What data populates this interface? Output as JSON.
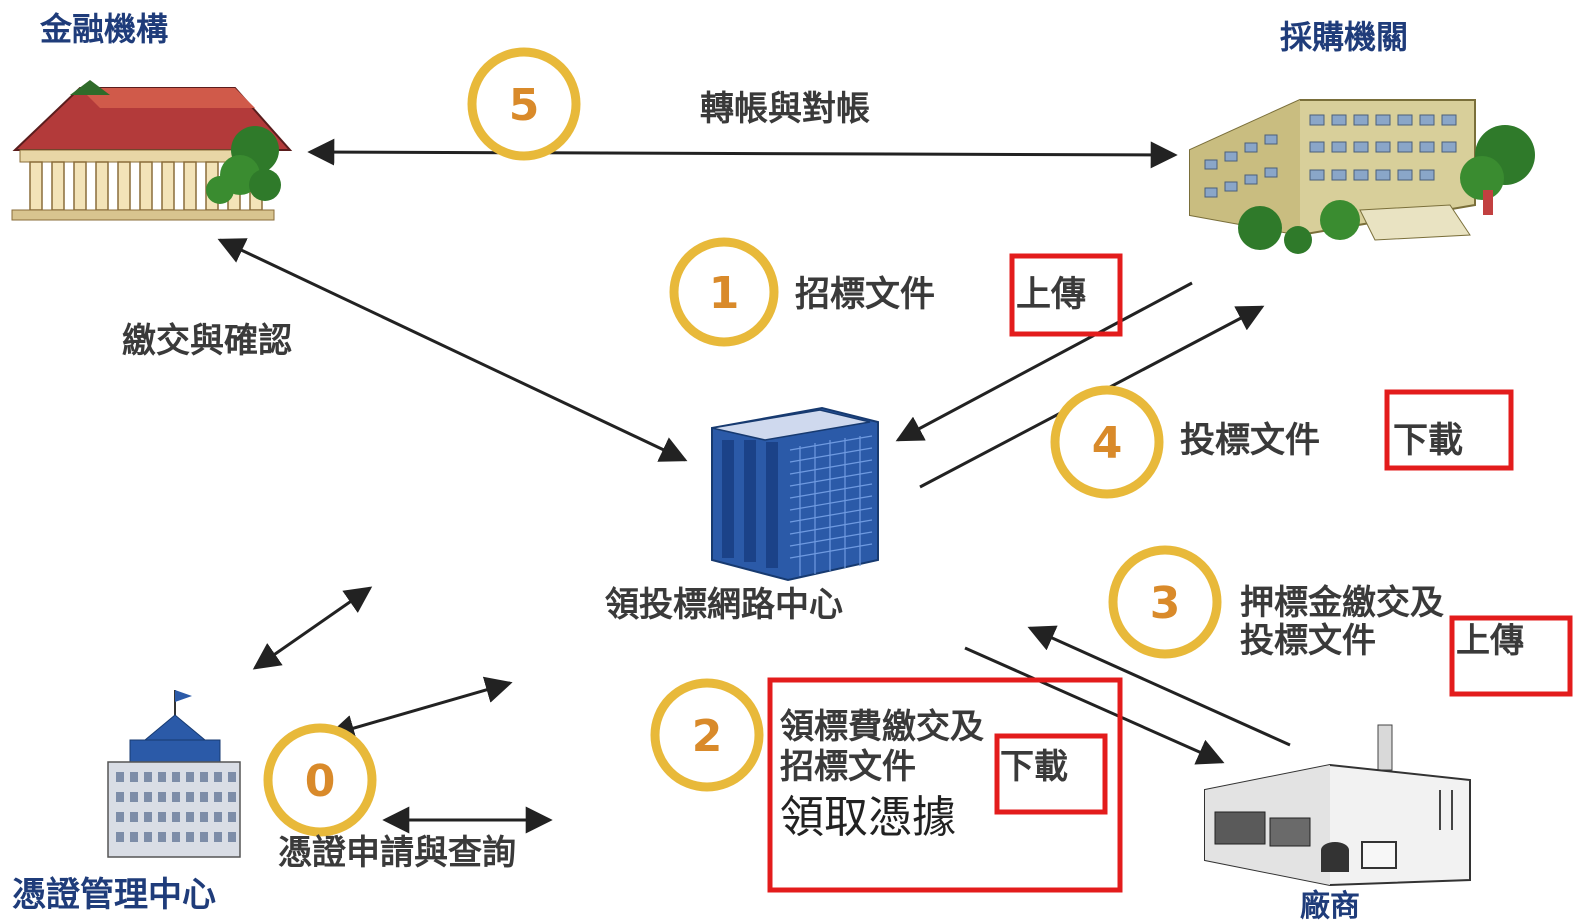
{
  "nodes": {
    "bank": "金融機構",
    "procurement": "採購機關",
    "center": "領投標網路中心",
    "cert_center": "憑證管理中心",
    "vendor": "廠商"
  },
  "flows": {
    "f5": {
      "num": "5",
      "label": "轉帳與對帳"
    },
    "pay_confirm": {
      "label": "繳交與確認"
    },
    "f1": {
      "num": "1",
      "label_a": "招標文件",
      "label_b": "上傳"
    },
    "f4": {
      "num": "4",
      "label_a": "投標文件",
      "label_b": "下載"
    },
    "f3": {
      "num": "3",
      "line1": "押標金繳交及",
      "line2_a": "投標文件",
      "line2_b": "上傳"
    },
    "f2": {
      "num": "2",
      "line1": "領標費繳交及",
      "line2_a": "招標文件",
      "line2_b": "下載",
      "line3": "領取憑據"
    },
    "f0": {
      "num": "0",
      "label": "憑證申請與查詢"
    }
  },
  "colors": {
    "highlight": "#e31c1c",
    "badge_ring": "#e8b93a",
    "badge_number": "#d98a2a",
    "node_label_blue": "#1f3c7a",
    "label_gray": "#3a3a3a"
  }
}
